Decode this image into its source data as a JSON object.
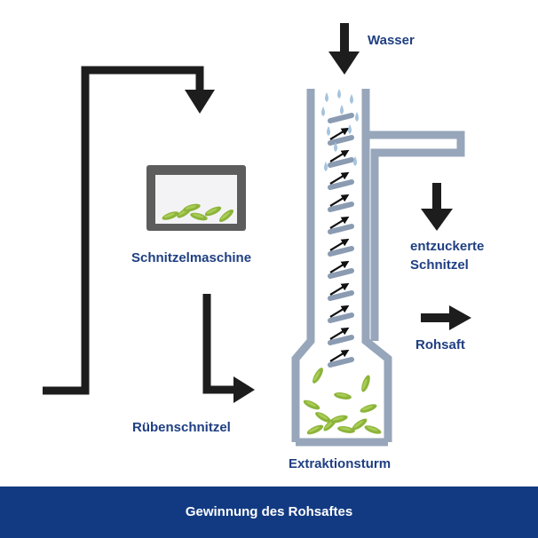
{
  "labels": {
    "wasser": "Wasser",
    "schnitzelmaschine": "Schnitzelmaschine",
    "entzuckerte_line1": "entzuckerte",
    "entzuckerte_line2": "Schnitzel",
    "rohsaft": "Rohsaft",
    "ruebenschnitzel": "Rübenschnitzel",
    "extraktionsturm": "Extraktionsturm"
  },
  "footer": {
    "title": "Gewinnung des Rohsaftes"
  },
  "colors": {
    "arrow": "#1d1d1d",
    "label": "#1f3f82",
    "footer_bg": "#123a82",
    "tower_wall": "#97a6ba",
    "machine_frame": "#5d5d5d",
    "beet_chips": "#8cb43a",
    "water_drops": "#a6c4dd"
  }
}
